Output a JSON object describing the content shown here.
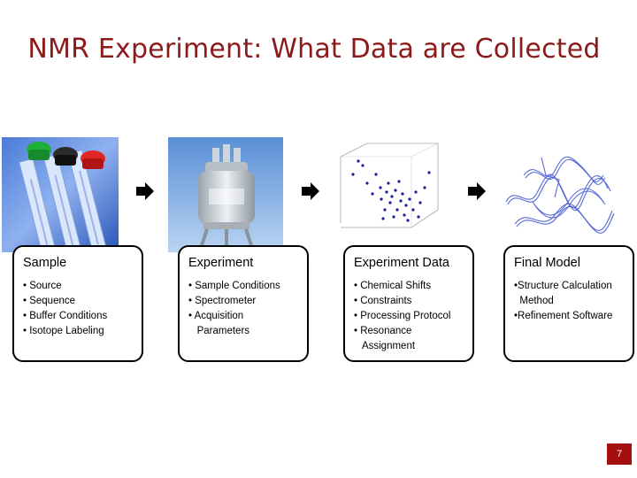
{
  "slide": {
    "title": "NMR Experiment: What Data are Collected",
    "page_number": "7",
    "stages": [
      {
        "heading": "Sample",
        "items": [
          "• Source",
          "• Sequence",
          "• Buffer Conditions",
          "• Isotope Labeling"
        ]
      },
      {
        "heading": "Experiment",
        "items": [
          "• Sample Conditions",
          "• Spectrometer",
          "• Acquisition",
          "   Parameters"
        ]
      },
      {
        "heading": "Experiment Data",
        "items": [
          "• Chemical Shifts",
          "• Constraints",
          "• Processing Protocol",
          "• Resonance",
          "   Assignment"
        ]
      },
      {
        "heading": "Final Model",
        "items": [
          "•Structure Calculation",
          "  Method",
          "•Refinement Software"
        ]
      }
    ],
    "images": [
      "sample-tubes-photo",
      "nmr-spectrometer-photo",
      "spectrum-scatter-plot",
      "protein-structure-ensemble"
    ],
    "colors": {
      "title": "#8b1a1a",
      "page_badge": "#a50f0f"
    }
  }
}
